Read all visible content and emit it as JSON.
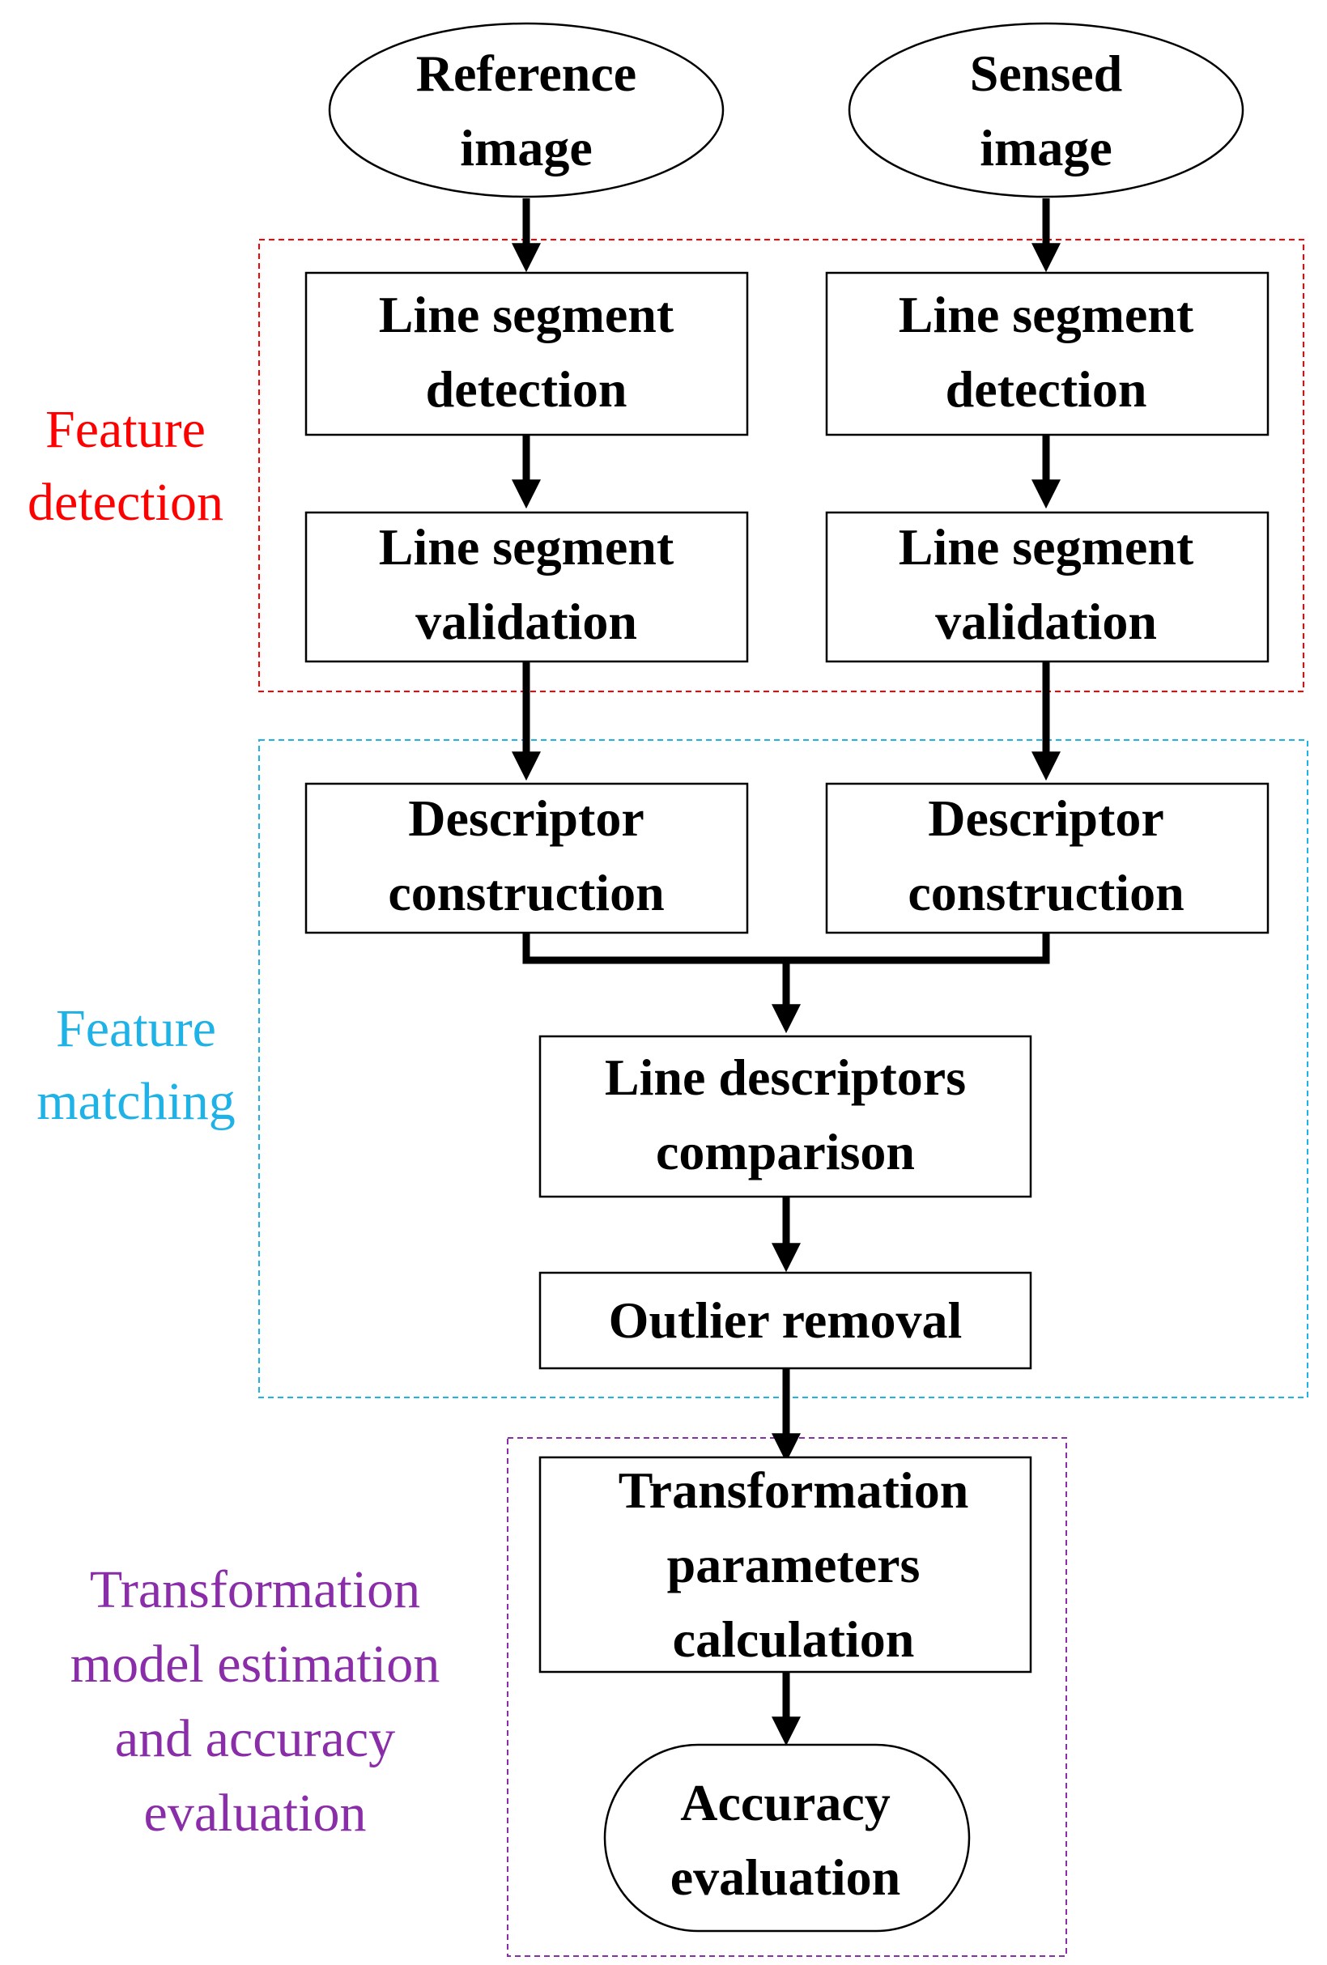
{
  "colors": {
    "feature_detection": "#ff0000",
    "feature_matching": "#1fb2e6",
    "transformation": "#8a2da8",
    "nodes": "#000000"
  },
  "groups": {
    "feature_detection": {
      "lines": [
        "Feature",
        "detection"
      ]
    },
    "feature_matching": {
      "lines": [
        "Feature",
        "matching"
      ]
    },
    "transformation": {
      "lines": [
        "Transformation",
        "model estimation",
        "and accuracy",
        "evaluation"
      ]
    }
  },
  "nodes": {
    "reference_image": {
      "lines": [
        "Reference",
        "image"
      ]
    },
    "sensed_image": {
      "lines": [
        "Sensed",
        "image"
      ]
    },
    "lsd_left": {
      "lines": [
        "Line segment",
        "detection"
      ]
    },
    "lsd_right": {
      "lines": [
        "Line segment",
        "detection"
      ]
    },
    "lsv_left": {
      "lines": [
        "Line segment",
        "validation"
      ]
    },
    "lsv_right": {
      "lines": [
        "Line segment",
        "validation"
      ]
    },
    "desc_left": {
      "lines": [
        "Descriptor",
        "construction"
      ]
    },
    "desc_right": {
      "lines": [
        "Descriptor",
        "construction"
      ]
    },
    "comparison": {
      "lines": [
        "Line descriptors",
        "comparison"
      ]
    },
    "outlier": {
      "lines": [
        "Outlier removal"
      ]
    },
    "transform_calc": {
      "lines": [
        "Transformation",
        "parameters",
        "calculation"
      ]
    },
    "accuracy_eval": {
      "lines": [
        "Accuracy",
        "evaluation"
      ]
    }
  }
}
